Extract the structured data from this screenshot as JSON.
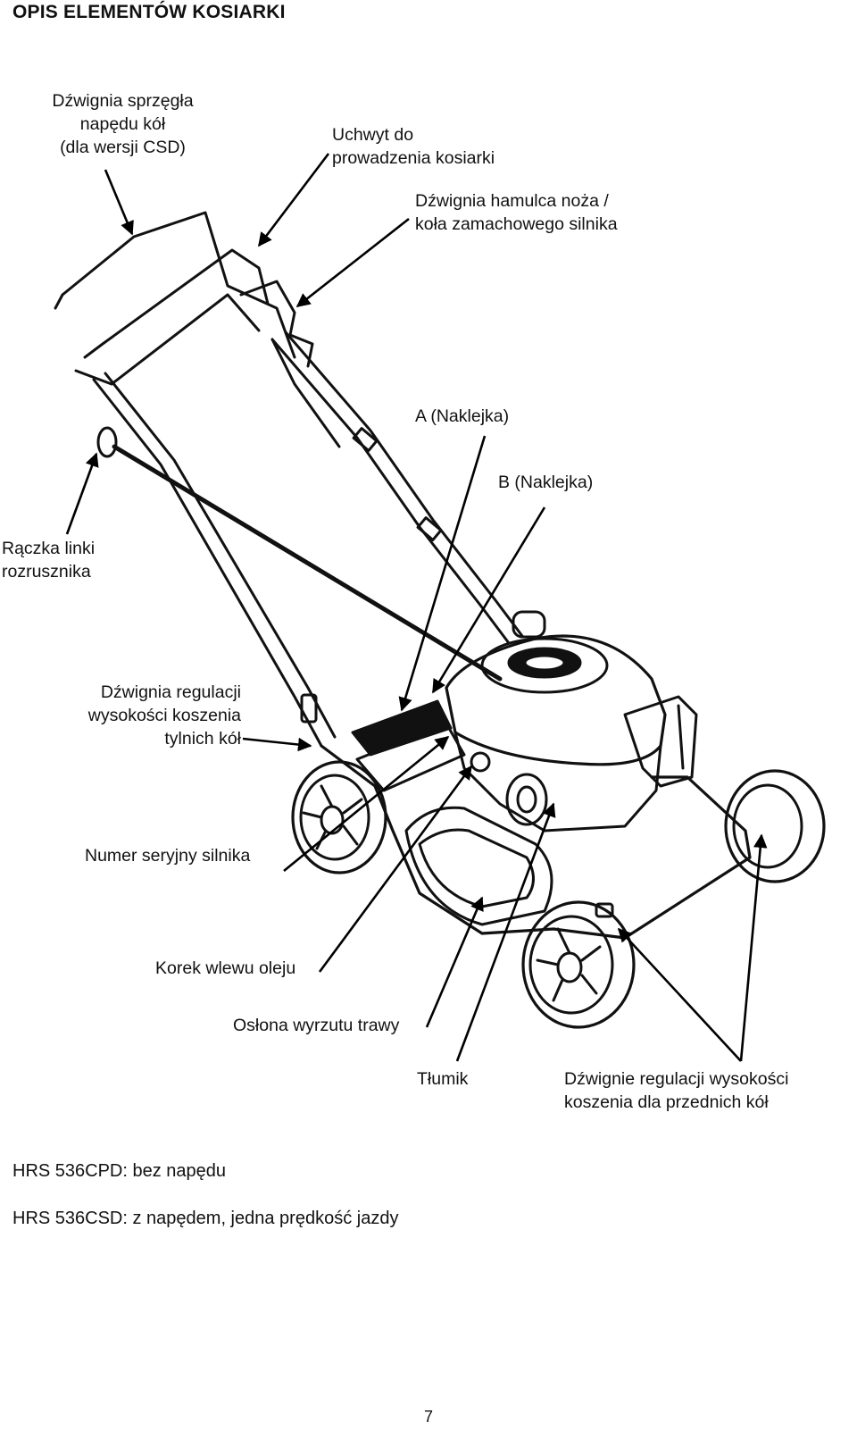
{
  "page_title": "OPIS ELEMENTÓW KOSIARKI",
  "labels": {
    "clutch_lever": "Dźwignia sprzęgła\nnapędu kół\n(dla wersji CSD)",
    "handle": "Uchwyt do\nprowadzenia kosiarki",
    "brake_lever": "Dźwignia hamulca noża /\nkoła zamachowego silnika",
    "decal_a": "A (Naklejka)",
    "decal_b": "B (Naklejka)",
    "starter_grip": "Rączka linki\nrozrusznika",
    "rear_height_lever": "Dźwignia regulacji\nwysokości koszenia\ntylnich kół",
    "engine_serial": "Numer seryjny silnika",
    "oil_cap": "Korek wlewu oleju",
    "discharge_guard": "Osłona wyrzutu trawy",
    "muffler": "Tłumik",
    "front_height_levers": "Dźwignie regulacji wysokości\nkoszenia dla przednich kół"
  },
  "notes": [
    "HRS 536CPD: bez napędu",
    "HRS 536CSD: z napędem, jedna prędkość jazdy"
  ],
  "page_number": "7"
}
